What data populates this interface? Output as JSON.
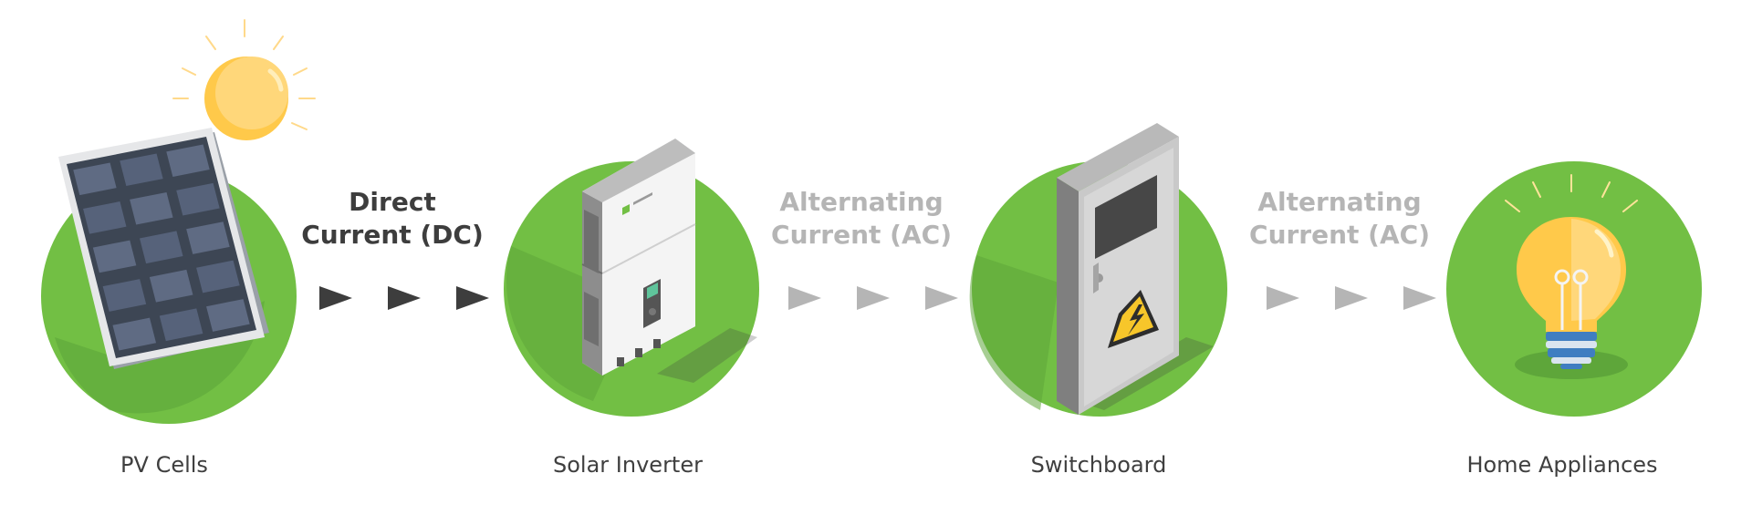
{
  "stages": [
    {
      "name": "pv-cells",
      "label": "PV Cells"
    },
    {
      "name": "solar-inverter",
      "label": "Solar Inverter"
    },
    {
      "name": "switchboard",
      "label": "Switchboard"
    },
    {
      "name": "home-appliances",
      "label": "Home Appliances"
    }
  ],
  "flows": [
    {
      "line1": "Direct",
      "line2": "Current (DC)",
      "color": "#3d3d3d"
    },
    {
      "line1": "Alternating",
      "line2": "Current (AC)",
      "color": "#b5b5b5"
    },
    {
      "line1": "Alternating",
      "line2": "Current (AC)",
      "color": "#b5b5b5"
    }
  ],
  "colors": {
    "green": "#72bf44",
    "green_shadow": "#5ea63a",
    "sun": "#ffc94a",
    "dark_arrow": "#3d3d3d",
    "light_arrow": "#b5b5b5",
    "panel_cell": "#4a5568",
    "device_grey": "#8d8d8d"
  }
}
